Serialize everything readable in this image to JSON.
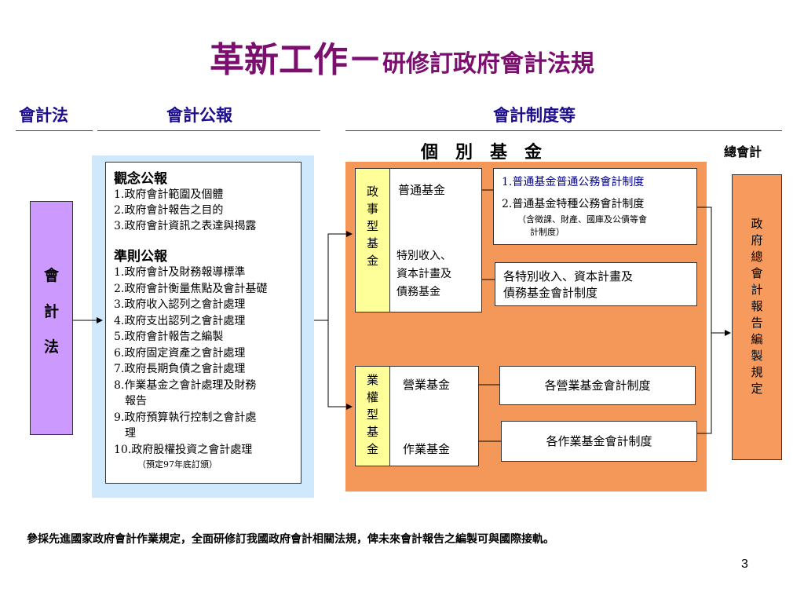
{
  "title": {
    "main": "革新工作－",
    "sub": "研修訂政府會計法規"
  },
  "headers": {
    "law": "會計法",
    "bulletin": "會計公報",
    "system": "會計制度等"
  },
  "individual_funds": "個　別　基　金",
  "general_accounting": "總會計",
  "accounting_law_box": [
    "會",
    "計",
    "法"
  ],
  "concepts": {
    "heading": "觀念公報",
    "items": [
      "1.政府會計範圍及個體",
      "2.政府會計報告之目的",
      "3.政府會計資訊之表達與揭露"
    ]
  },
  "standards": {
    "heading": "準則公報",
    "items": [
      "1.政府會計及財務報導標準",
      "2.政府會計衡量焦點及會計基礎",
      "3.政府收入認列之會計處理",
      "4.政府支出認列之會計處理",
      "5.政府會計報告之編製",
      "6.政府固定資產之會計處理",
      "7.政府長期負債之會計處理",
      "8.作業基金之會計處理及財務",
      "報告",
      "9.政府預算執行控制之會計處",
      "理",
      "10.政府股權投資之會計處理"
    ],
    "note": "（預定97年底訂頒）"
  },
  "government_funds": {
    "label": [
      "政",
      "事",
      "型",
      "基",
      "金"
    ],
    "general_fund": "普通基金",
    "special_funds": [
      "特別收入、",
      "資本計畫及",
      "債務基金"
    ]
  },
  "proprietary_funds": {
    "label": [
      "業",
      "權",
      "型",
      "基",
      "金"
    ],
    "enterprise_fund": "營業基金",
    "internal_fund": "作業基金"
  },
  "systems": {
    "general_1": "1.普通基金普通公務會計制度",
    "general_2": "2.普通基金特種公務會計制度",
    "general_note": [
      "（含徵課、財產、國庫及公債等會",
      "計制度）"
    ],
    "special": [
      "各特別收入、資本計畫及",
      "債務基金會計制度"
    ],
    "enterprise": "各營業基金會計制度",
    "internal": "各作業基金會計制度"
  },
  "consolidated_box": [
    "政",
    "府",
    "總",
    "會",
    "計",
    "報",
    "告",
    "編",
    "製",
    "規",
    "定"
  ],
  "footer": "參採先進國家政府會計作業規定，全面研修訂我國政府會計相關法規，俾未來會計報告之編製可與國際接軌。",
  "page_number": "3",
  "colors": {
    "title": "#7a0f6e",
    "header": "#1c0e8c",
    "light_blue_panel": "#cfe8fb",
    "orange_panel": "#f4985a",
    "purple_box": "#cc99ff",
    "yellow_label": "#ffff99",
    "orange_box": "#f79a5e",
    "highlight_text": "#00008b"
  }
}
